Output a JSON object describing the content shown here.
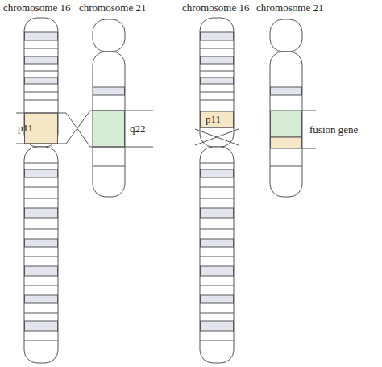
{
  "diagram": {
    "labels": [
      "chromosome 16",
      "chromosome 21",
      "p11",
      "q22",
      "chromosome 16",
      "chromosome 21",
      "p11",
      "fusion gene"
    ]
  }
}
